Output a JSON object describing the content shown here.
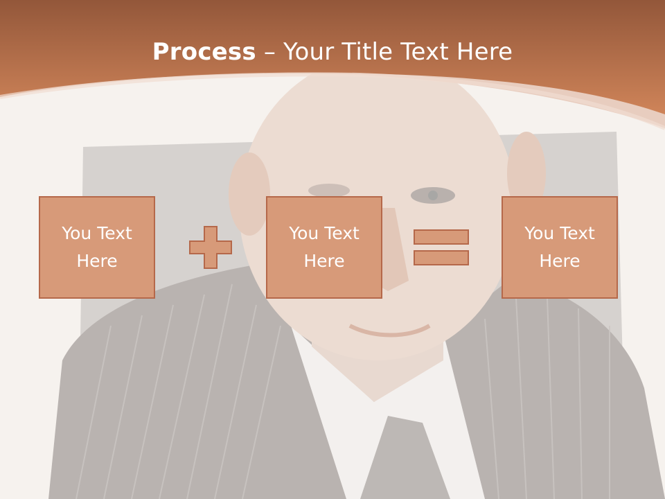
{
  "slide": {
    "title_bold": "Process",
    "title_dash": " – ",
    "title_rest": "Your Title Text Here",
    "boxes": [
      {
        "text": "You Text Here"
      },
      {
        "text": "You Text Here"
      },
      {
        "text": "You Text Here"
      }
    ],
    "operators": [
      "plus-icon",
      "equals-icon"
    ]
  },
  "colors": {
    "header": "#c97650",
    "box_fill": "#d79a79",
    "box_border": "#b5684a",
    "background": "#f7f3ef"
  }
}
